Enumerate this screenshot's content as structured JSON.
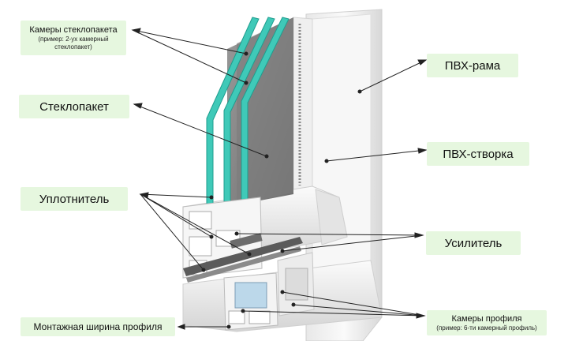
{
  "labels": {
    "glass_chambers": {
      "title": "Камеры стеклопакета",
      "note_line1": "(пример: 2-ух камерный",
      "note_line2": "стеклопакет)"
    },
    "glass_unit": "Стеклопакет",
    "seal": "Уплотнитель",
    "mounting_width": "Монтажная ширина профиля",
    "pvc_frame": "ПВХ-рама",
    "pvc_sash": "ПВХ-створка",
    "reinforcement": "Усилитель",
    "profile_chambers": {
      "title": "Камеры профиля",
      "note": "(пример: 6-ти камерный профиль)"
    }
  },
  "colors": {
    "label_bg": "#e6f7df",
    "glass_edge": "#3fc9b8",
    "frame_white": "#f4f4f4",
    "seal_gold": "#c9a22a"
  }
}
